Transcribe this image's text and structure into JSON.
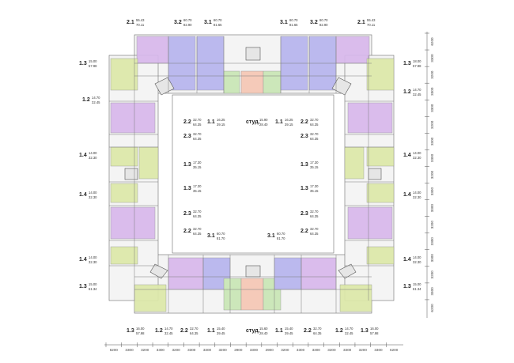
{
  "colors": {
    "studio": "#f6c7b4",
    "one_room": "#c9e6b6",
    "one_room_b": "#dde9a9",
    "two_room": "#d8b8ec",
    "three_room": "#b7b5ee",
    "core": "#e6e6e6",
    "wall": "#7a7a7a",
    "outline": "#555555"
  },
  "units": {
    "top_2_1_left": {
      "code": "2.1",
      "area_a": "55.43",
      "area_b": "70.11"
    },
    "top_3_2_left": {
      "code": "3.2",
      "area_a": "60.70",
      "area_b": "82.90"
    },
    "top_3_1_left": {
      "code": "3.1",
      "area_a": "60.70",
      "area_b": "81.65"
    },
    "top_3_1_right": {
      "code": "3.1",
      "area_a": "60.70",
      "area_b": "81.65"
    },
    "top_3_2_right": {
      "code": "3.2",
      "area_a": "60.70",
      "area_b": "82.90"
    },
    "top_2_1_right": {
      "code": "2.1",
      "area_a": "55.43",
      "area_b": "70.11"
    },
    "l_1_3_a": {
      "code": "1.3",
      "area_a": "15.00",
      "area_b": "57.98"
    },
    "l_1_2_a": {
      "code": "1.2",
      "area_a": "14.70",
      "area_b": "32.45"
    },
    "l_1_4_a": {
      "code": "1.4",
      "area_a": "14.00",
      "area_b": "32.30"
    },
    "l_1_4_b": {
      "code": "1.4",
      "area_a": "14.00",
      "area_b": "32.30"
    },
    "l_1_4_c": {
      "code": "1.4",
      "area_a": "14.00",
      "area_b": "32.30"
    },
    "l_1_3_b": {
      "code": "1.3",
      "area_a": "15.00",
      "area_b": "61.34"
    },
    "r_1_3_a": {
      "code": "1.3",
      "area_a": "18.00",
      "area_b": "57.98"
    },
    "r_1_2_a": {
      "code": "1.2",
      "area_a": "14.70",
      "area_b": "32.45"
    },
    "r_1_4_a": {
      "code": "1.4",
      "area_a": "14.00",
      "area_b": "32.30"
    },
    "r_1_4_b": {
      "code": "1.4",
      "area_a": "14.00",
      "area_b": "32.30"
    },
    "r_1_4_c": {
      "code": "1.4",
      "area_a": "14.00",
      "area_b": "32.30"
    },
    "r_1_3_b": {
      "code": "1.3",
      "area_a": "15.00",
      "area_b": "61.34"
    },
    "il_2_2_a": {
      "code": "2.2",
      "area_a": "32.70",
      "area_b": "64.35"
    },
    "il_2_3_a": {
      "code": "2.3",
      "area_a": "32.70",
      "area_b": "64.35"
    },
    "il_1_3_a": {
      "code": "1.3",
      "area_a": "17.30",
      "area_b": "35.15"
    },
    "il_1_3_b": {
      "code": "1.3",
      "area_a": "17.30",
      "area_b": "35.15"
    },
    "il_2_3_b": {
      "code": "2.3",
      "area_a": "32.70",
      "area_b": "64.35"
    },
    "il_2_2_b": {
      "code": "2.2",
      "area_a": "32.70",
      "area_b": "64.35"
    },
    "ir_2_2_a": {
      "code": "2.2",
      "area_a": "32.70",
      "area_b": "64.35"
    },
    "ir_2_3_a": {
      "code": "2.3",
      "area_a": "32.70",
      "area_b": "64.35"
    },
    "ir_1_3_a": {
      "code": "1.3",
      "area_a": "17.30",
      "area_b": "35.15"
    },
    "ir_1_3_b": {
      "code": "1.3",
      "area_a": "17.30",
      "area_b": "35.15"
    },
    "ir_2_3_b": {
      "code": "2.3",
      "area_a": "32.70",
      "area_b": "64.35"
    },
    "ir_2_2_b": {
      "code": "2.2",
      "area_a": "32.70",
      "area_b": "64.35"
    },
    "it_1_1_a": {
      "code": "1.1",
      "area_a": "16.25",
      "area_b": "39.15"
    },
    "it_studio": {
      "code": "студ.",
      "area_a": "15.90",
      "area_b": "28.40"
    },
    "it_1_1_b": {
      "code": "1.1",
      "area_a": "16.25",
      "area_b": "39.15"
    },
    "ib_3_1_a": {
      "code": "3.1",
      "area_a": "60.70",
      "area_b": "81.70"
    },
    "ib_3_1_b": {
      "code": "3.1",
      "area_a": "60.70",
      "area_b": "81.70"
    },
    "b_1_3_a": {
      "code": "1.3",
      "area_a": "16.00",
      "area_b": "57.98"
    },
    "b_1_2_a": {
      "code": "1.2",
      "area_a": "14.70",
      "area_b": "32.45"
    },
    "b_2_2_a": {
      "code": "2.2",
      "area_a": "32.70",
      "area_b": "64.35"
    },
    "b_1_1_a": {
      "code": "1.1",
      "area_a": "15.40",
      "area_b": "39.45"
    },
    "b_studio": {
      "code": "студ.",
      "area_a": "15.60",
      "area_b": "28.40"
    },
    "b_1_1_b": {
      "code": "1.1",
      "area_a": "15.40",
      "area_b": "39.45"
    },
    "b_2_2_b": {
      "code": "2.2",
      "area_a": "32.70",
      "area_b": "64.35"
    },
    "b_1_2_b": {
      "code": "1.2",
      "area_a": "14.70",
      "area_b": "32.45"
    },
    "b_1_3_b": {
      "code": "1.3",
      "area_a": "16.00",
      "area_b": "57.98"
    }
  },
  "dimensions": {
    "bottom": [
      "6200",
      "3300",
      "3200",
      "3300",
      "3200",
      "3300",
      "3300",
      "3200",
      "2900",
      "3300",
      "2900",
      "3200",
      "3300",
      "3300",
      "3200",
      "3300",
      "3200",
      "3300",
      "6200"
    ],
    "right": [
      "6200",
      "3300",
      "3200",
      "3300",
      "3300",
      "3200",
      "3300",
      "3300",
      "3200",
      "3300",
      "3300",
      "3200",
      "3300",
      "3300",
      "3200",
      "3300",
      "6200"
    ]
  }
}
